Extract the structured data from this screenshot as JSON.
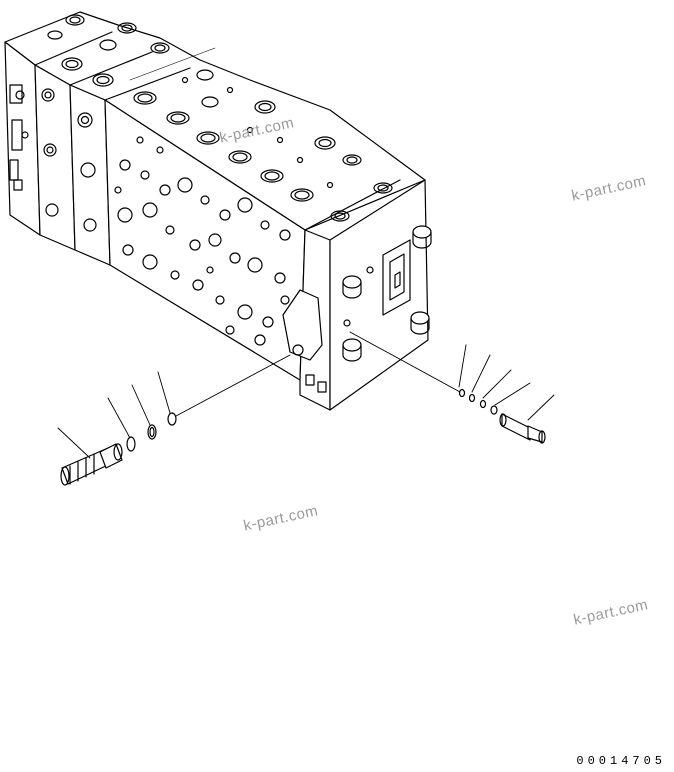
{
  "figure_id": "00014705",
  "watermarks": [
    "k-part.com",
    "k-part.com",
    "k-part.com",
    "k-part.com"
  ],
  "colors": {
    "line": "#000000",
    "watermark": "#9a9a9a",
    "background": "#ffffff"
  }
}
